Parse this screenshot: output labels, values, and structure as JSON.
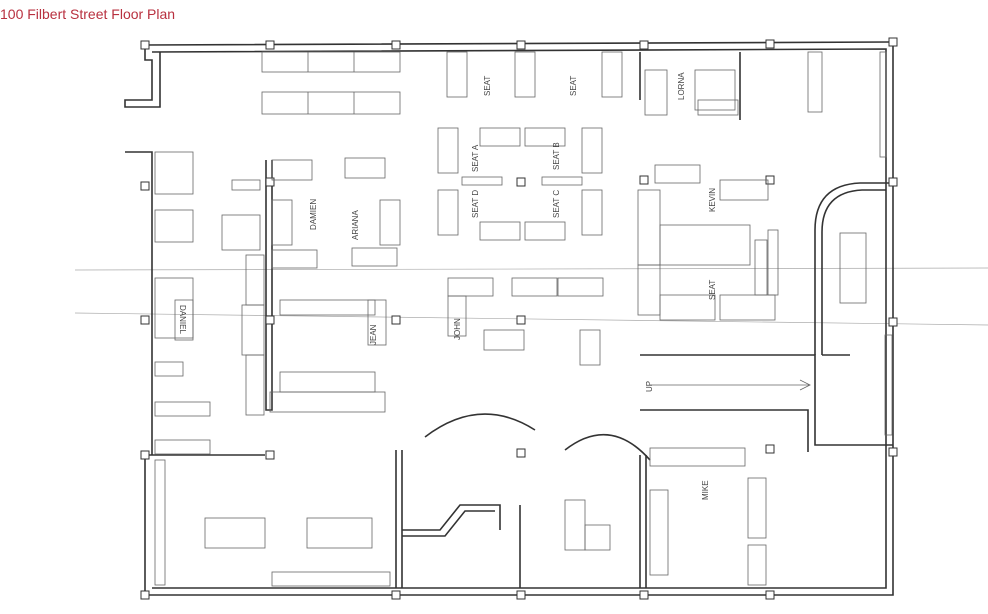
{
  "title": "100 Filbert Street Floor Plan",
  "colors": {
    "title": "#b8303f",
    "lines": "#333333"
  },
  "labels": {
    "seat_1": "SEAT",
    "seat_2": "SEAT",
    "lorna": "LORNA",
    "seat_a": "SEAT A",
    "seat_b": "SEAT B",
    "seat_c": "SEAT C",
    "seat_d": "SEAT D",
    "damien": "DAMIEN",
    "ariana": "ARIANA",
    "kevin": "KEVIN",
    "seat_3": "SEAT",
    "jean": "JEAN",
    "john": "JOHN",
    "daniel": "DANIEL",
    "mike": "MIKE",
    "up": "UP"
  }
}
